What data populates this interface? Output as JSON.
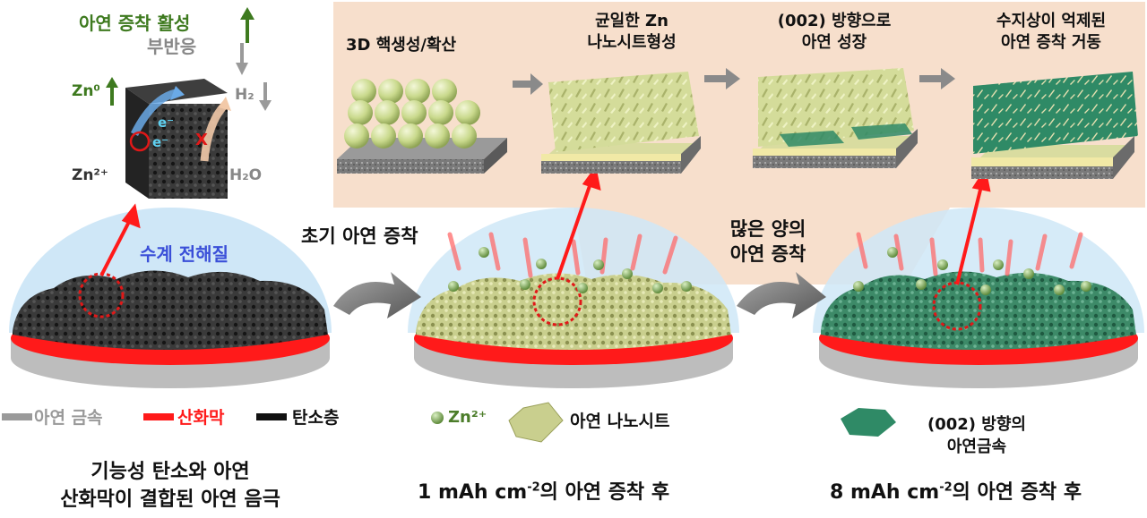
{
  "colors": {
    "activity_green": "#3e7a1f",
    "side_gray": "#888888",
    "electrolyte_blue": "#3a4fd8",
    "oxide_red": "#ff1a1a",
    "dark_text": "#111111",
    "zn_green_text": "#4c7d2a",
    "panel_peach": "#f6dcc6",
    "dome_blue": "#cfe7f7",
    "arrow_gray": "#8a8a8a"
  },
  "icons": [
    "up-arrow-icon",
    "down-arrow-icon",
    "electron-icon",
    "ion-sphere-icon",
    "hexagon-nanosheet-icon",
    "curved-arrow-icon"
  ],
  "inset": {
    "activity": "아연 증착 활성",
    "side_reaction": "부반응",
    "zn0": "Zn⁰",
    "h2": "H₂",
    "zn2plus": "Zn²⁺",
    "h2o": "H₂O",
    "electron": "e⁻"
  },
  "stages": [
    {
      "title": "3D 핵생성/확산"
    },
    {
      "title_line1": "균일한 Zn",
      "title_line2": "나노시트형성"
    },
    {
      "title_line1": "(002) 방향으로",
      "title_line2": "아연 성장"
    },
    {
      "title_line1": "수지상이 억제된",
      "title_line2": "아연 증착 거동"
    }
  ],
  "electrolyte_label": "수계 전해질",
  "transitions": {
    "early": "초기 아연 증착",
    "much_line1": "많은 양의",
    "much_line2": "아연 증착"
  },
  "legend": {
    "zinc_metal": "아연 금속",
    "oxide_film": "산화막",
    "carbon_layer": "탄소층",
    "zn2plus": "Zn²⁺",
    "zn_nanosheet": "아연 나노시트",
    "oriented_line1": "(002) 방향의",
    "oriented_line2": "아연금속"
  },
  "captions": {
    "left_line1": "기능성 탄소와 아연",
    "left_line2": "산화막이 결합된 아연 음극",
    "mid_prefix": "1 mAh cm",
    "mid_sup": "-2",
    "mid_suffix": "의 아연 증착 후",
    "right_prefix": "8 mAh cm",
    "right_sup": "-2",
    "right_suffix": "의 아연 증착 후"
  }
}
